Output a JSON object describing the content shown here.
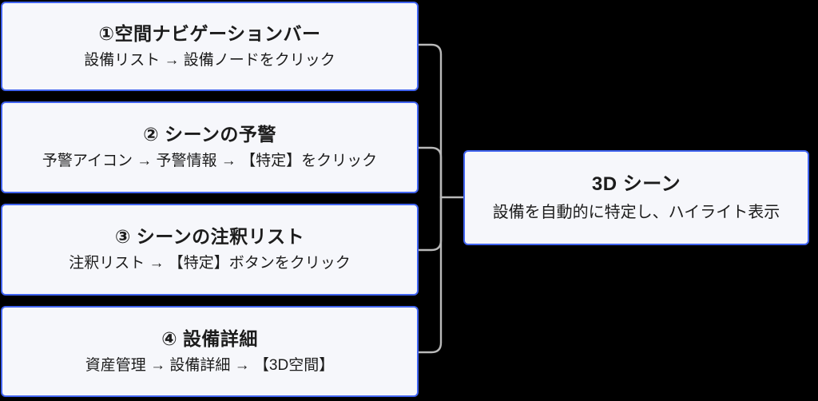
{
  "diagram": {
    "background_color": "#000000",
    "node_fill_color": "#f6f7fb",
    "node_border_color": "#4164f0",
    "connector_color": "#b9b9b9",
    "text_color": "#1c1c1c",
    "steps": [
      {
        "title": "①空間ナビゲーションバー",
        "subtitle": "設備リスト → 設備ノードをクリック"
      },
      {
        "title": "② シーンの予警",
        "subtitle": "予警アイコン → 予警情報 → 【特定】をクリック"
      },
      {
        "title": "③ シーンの注釈リスト",
        "subtitle": "注釈リスト → 【特定】ボタンをクリック"
      },
      {
        "title": "④ 設備詳細",
        "subtitle": "資産管理 → 設備詳細 → 【3D空間】"
      }
    ],
    "target": {
      "title": "3D シーン",
      "subtitle": "設備を自動的に特定し、ハイライト表示"
    }
  }
}
